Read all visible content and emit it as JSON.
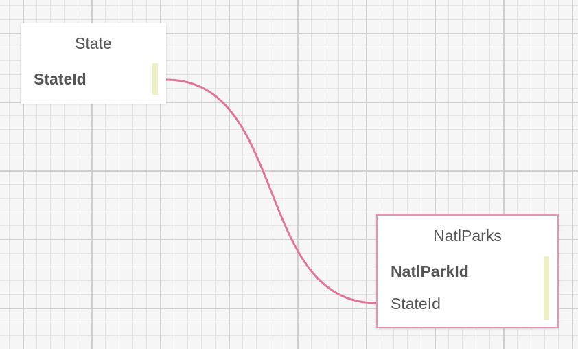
{
  "diagram": {
    "entities": [
      {
        "id": "state",
        "title": "State",
        "fields": [
          {
            "name": "StateId",
            "primary_key": true
          }
        ]
      },
      {
        "id": "natlparks",
        "title": "NatlParks",
        "selected": true,
        "fields": [
          {
            "name": "NatlParkId",
            "primary_key": true
          },
          {
            "name": "StateId",
            "primary_key": false
          }
        ]
      }
    ],
    "relationships": [
      {
        "from": "State.StateId",
        "to": "NatlParks.StateId"
      }
    ],
    "colors": {
      "connector": "#e0749a",
      "selected_border": "#e793af",
      "port_bar": "#eef0c4",
      "canvas_background": "#f6f6f6"
    }
  }
}
